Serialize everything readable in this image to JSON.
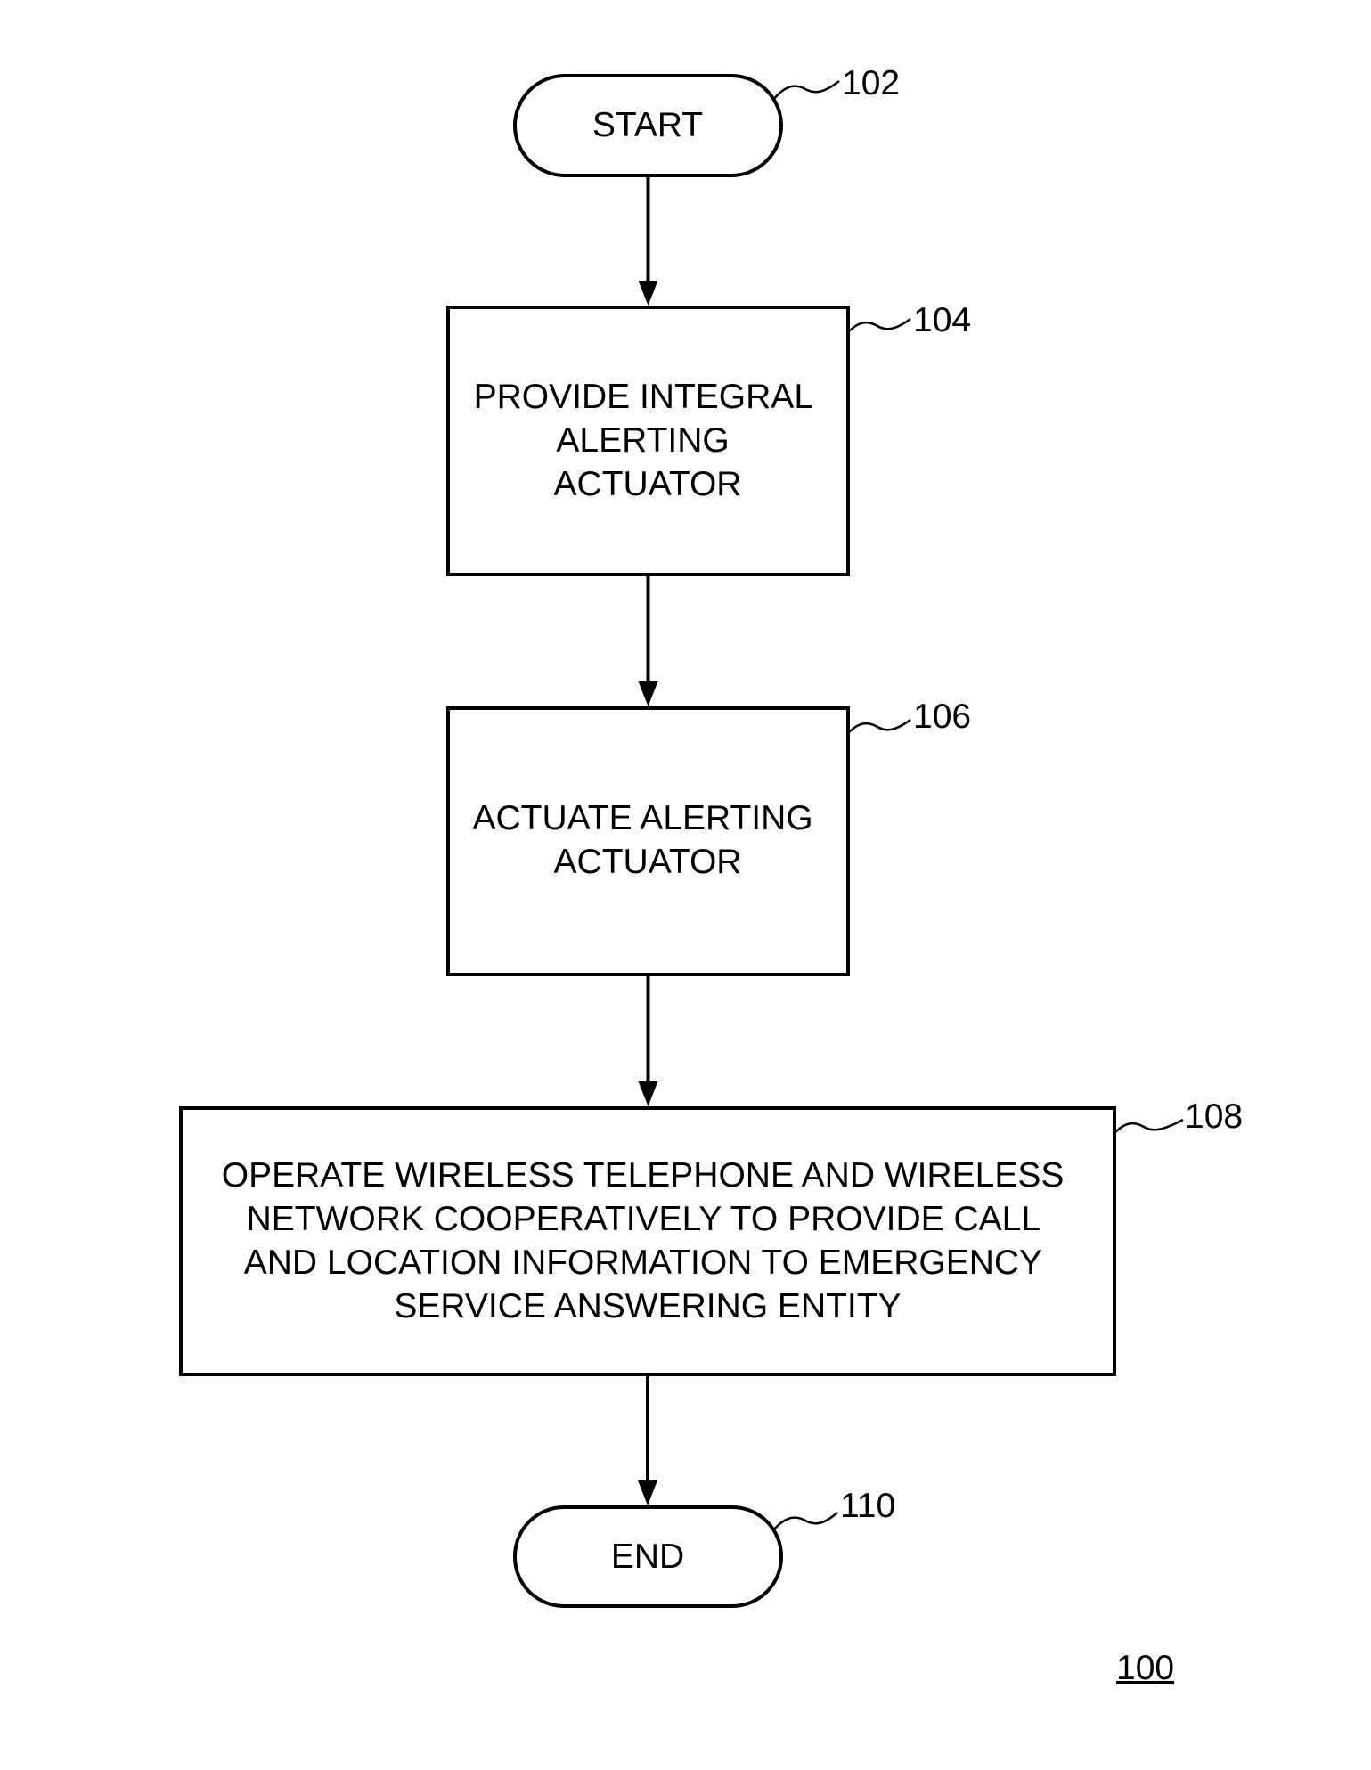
{
  "nodes": [
    {
      "id": "start",
      "shape": "terminal",
      "ref": "102",
      "lines": [
        "START"
      ]
    },
    {
      "id": "provide",
      "shape": "process",
      "ref": "104",
      "lines": [
        "PROVIDE INTEGRAL",
        "ALERTING",
        "ACTUATOR"
      ]
    },
    {
      "id": "actuate",
      "shape": "process",
      "ref": "106",
      "lines": [
        "ACTUATE ALERTING",
        "ACTUATOR"
      ]
    },
    {
      "id": "operate",
      "shape": "process",
      "ref": "108",
      "lines": [
        "OPERATE WIRELESS TELEPHONE AND WIRELESS",
        "NETWORK COOPERATIVELY TO PROVIDE CALL",
        "AND LOCATION INFORMATION TO EMERGENCY",
        "SERVICE ANSWERING ENTITY"
      ]
    },
    {
      "id": "end",
      "shape": "terminal",
      "ref": "110",
      "lines": [
        "END"
      ]
    }
  ],
  "edges": [
    {
      "from": "start",
      "to": "provide"
    },
    {
      "from": "provide",
      "to": "actuate"
    },
    {
      "from": "actuate",
      "to": "operate"
    },
    {
      "from": "operate",
      "to": "end"
    }
  ],
  "figure_ref": "100"
}
